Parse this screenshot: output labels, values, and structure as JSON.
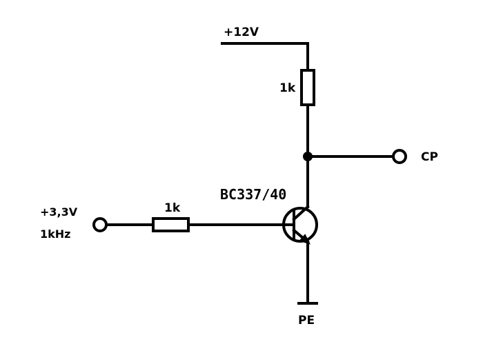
{
  "diagram": {
    "supply_label": "+12V",
    "collector_resistor_label": "1k",
    "output_label": "CP",
    "transistor_label": "BC337/40",
    "input_voltage_label": "+3,3V",
    "input_frequency_label": "1kHz",
    "base_resistor_label": "1k",
    "ground_label": "PE"
  }
}
